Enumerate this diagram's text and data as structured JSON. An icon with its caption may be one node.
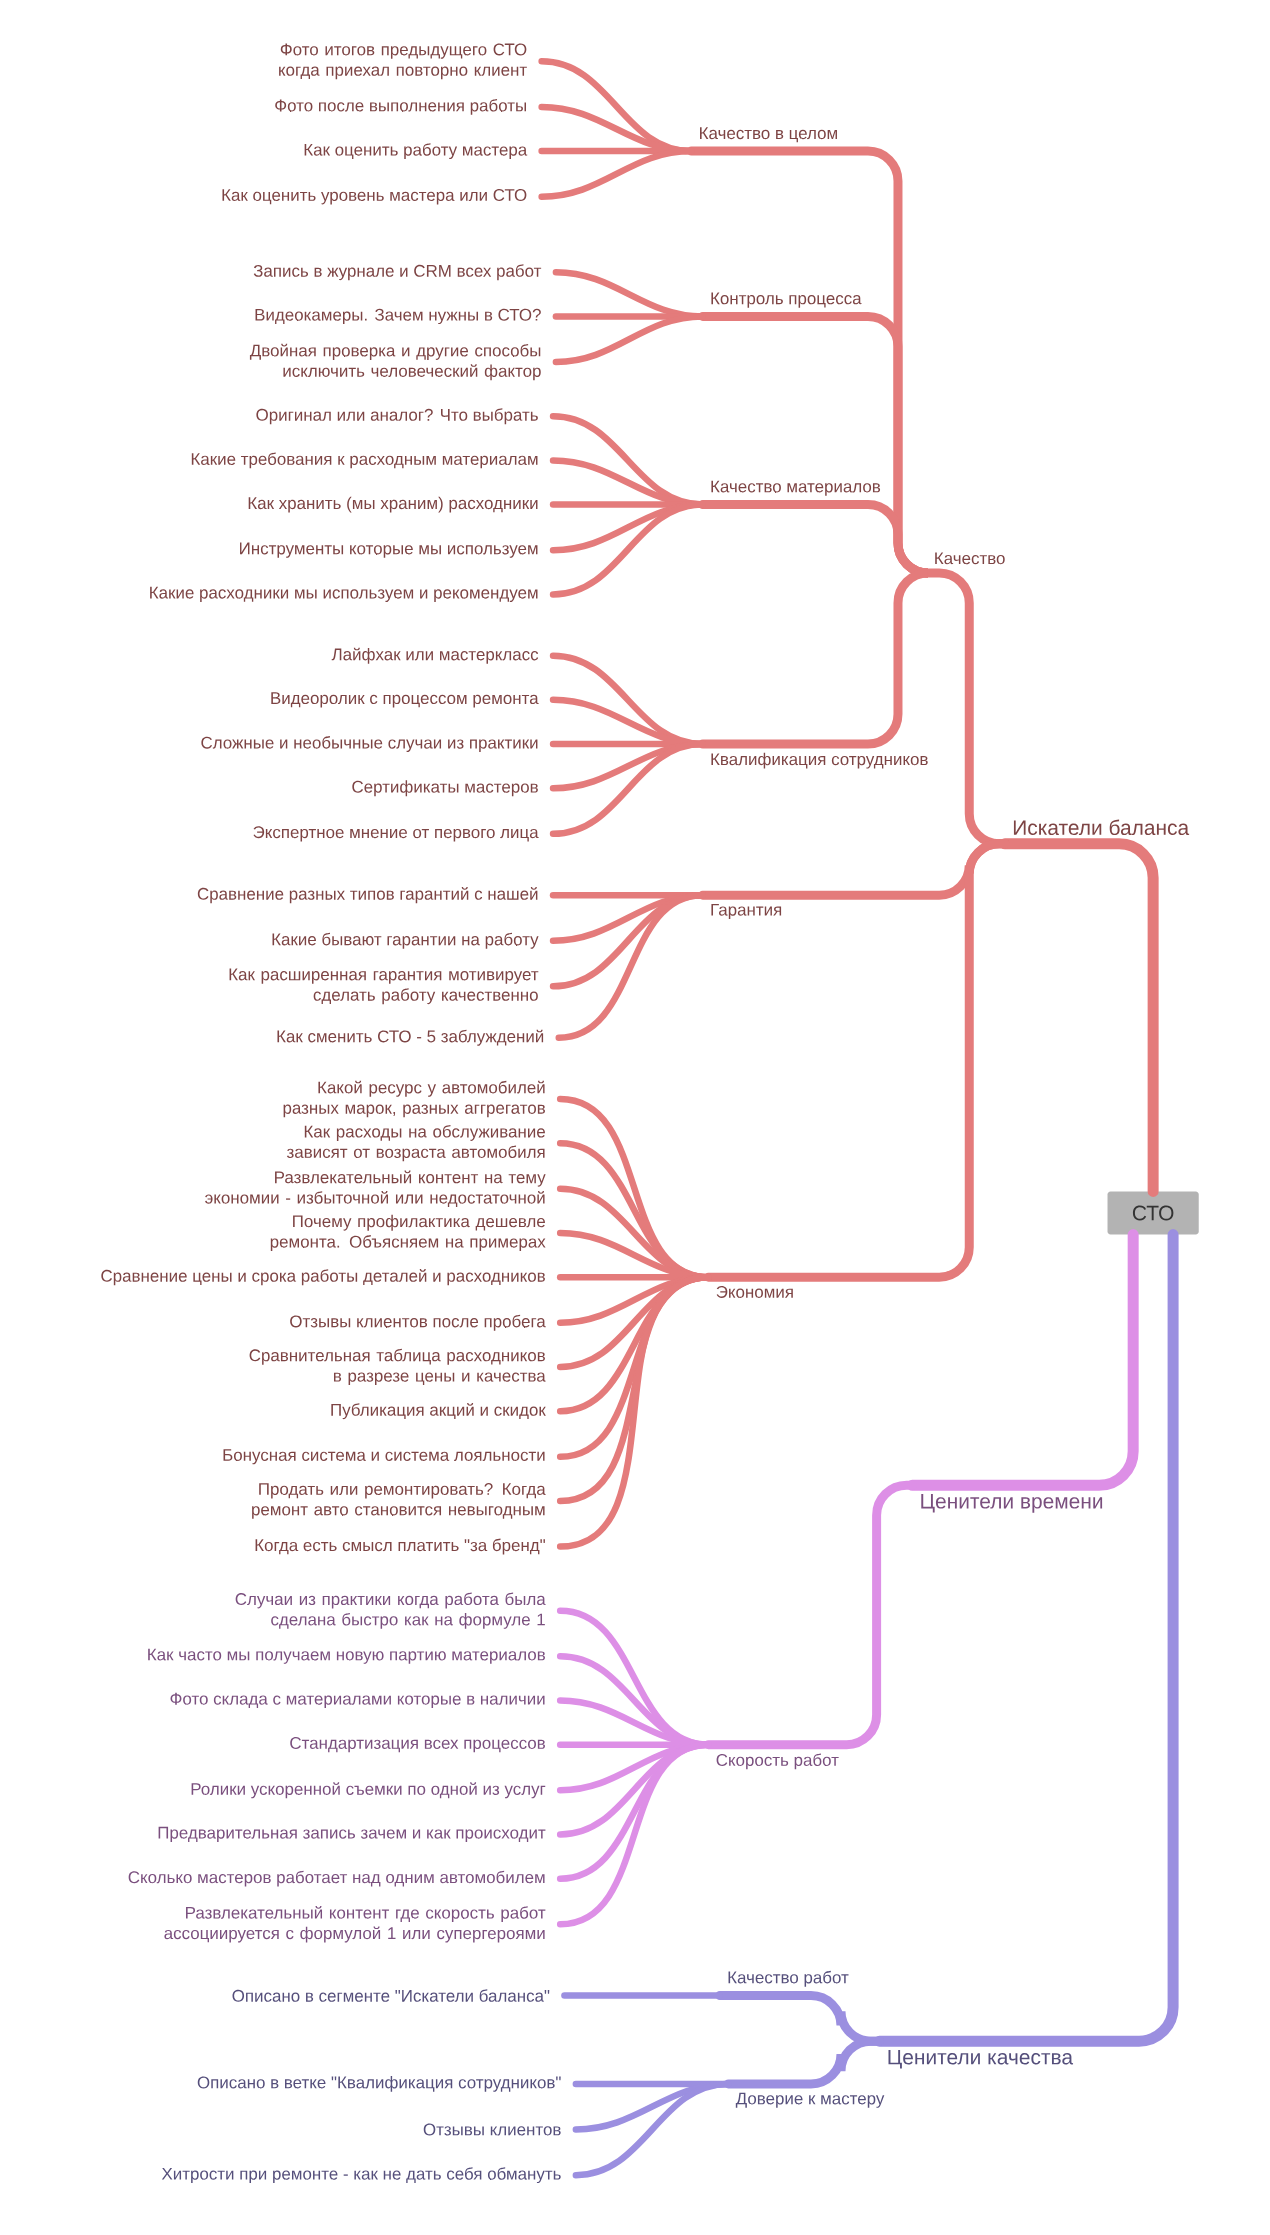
{
  "diagram": {
    "nodes": [
      {
        "text": [
          "СТО"
        ]
      },
      {
        "text": [
          "Искатели баланса"
        ]
      },
      {
        "text": [
          "Качество"
        ]
      },
      {
        "text": [
          "Качество в целом"
        ]
      },
      {
        "text": [
          "Фото итогов предыдущего СТО когда приехал повторно клиент"
        ]
      },
      {
        "text": [
          "Фото после выполнения работы"
        ]
      },
      {
        "text": [
          "Как оценить работу мастера"
        ]
      },
      {
        "text": [
          "Как оценить уровень мастера или СТО"
        ]
      },
      {
        "text": [
          "Контроль процесса"
        ]
      },
      {
        "text": [
          "Запись в журнале и CRM всех работ"
        ]
      },
      {
        "text": [
          "Видеокамеры. Зачем нужны в СТО?"
        ]
      },
      {
        "text": [
          "Двойная проверка и другие способы исключить человеческий фактор"
        ]
      },
      {
        "text": [
          "Качество материалов"
        ]
      },
      {
        "text": [
          "Оригинал или аналог? Что выбрать"
        ]
      },
      {
        "text": [
          "Какие требования к расходным материалам"
        ]
      },
      {
        "text": [
          "Как хранить (мы храним) расходники"
        ]
      },
      {
        "text": [
          "Инструменты которые мы используем"
        ]
      },
      {
        "text": [
          "Какие расходники мы используем и рекомендуем"
        ]
      },
      {
        "text": [
          "Квалификация сотрудников"
        ]
      },
      {
        "text": [
          "Лайфхак или мастеркласс"
        ]
      },
      {
        "text": [
          "Видеоролик с процессом ремонта"
        ]
      },
      {
        "text": [
          "Сложные и необычные случаи из практики"
        ]
      },
      {
        "text": [
          "Сертификаты мастеров"
        ]
      },
      {
        "text": [
          "Экспертное мнение от первого лица"
        ]
      },
      {
        "text": [
          "Гарантия"
        ]
      },
      {
        "text": [
          "Сравнение разных типов гарантий с нашей"
        ]
      },
      {
        "text": [
          "Какие бывают гарантии на работу"
        ]
      },
      {
        "text": [
          "Как расширенная гарантия мотивирует сделать работу качественно"
        ]
      },
      {
        "text": [
          "Как сменить СТО - 5 заблуждений"
        ]
      },
      {
        "text": [
          "Экономия"
        ]
      },
      {
        "text": [
          "Какой ресурс у автомобилей разных марок, разных аггрегатов"
        ]
      },
      {
        "text": [
          "Как расходы на обслуживание зависят от возраста автомобиля"
        ]
      },
      {
        "text": [
          "Развлекательный контент на тему экономии - избыточной или недостаточной"
        ]
      },
      {
        "text": [
          "Почему профилактика дешевле ремонта. Объясняем на примерах"
        ]
      },
      {
        "text": [
          "Сравнение цены и срока работы деталей и расходников"
        ]
      },
      {
        "text": [
          "Отзывы клиентов после пробега"
        ]
      },
      {
        "text": [
          "Сравнительная таблица расходников в разрезе цены и качества"
        ]
      },
      {
        "text": [
          "Публикация акций и скидок"
        ]
      },
      {
        "text": [
          "Бонусная система и система лояльности"
        ]
      },
      {
        "text": [
          "Продать или ремонтировать? Когда ремонт авто становится невыгодным"
        ]
      },
      {
        "text": [
          "Когда есть смысл платить \"за бренд\""
        ]
      },
      {
        "text": [
          "Ценители времени"
        ]
      },
      {
        "text": [
          "Скорость работ"
        ]
      },
      {
        "text": [
          "Случаи из практики когда работа была сделана быстро как на формуле 1"
        ]
      },
      {
        "text": [
          "Как часто мы получаем новую партию материалов"
        ]
      },
      {
        "text": [
          "Фото склада с материалами которые в наличии"
        ]
      },
      {
        "text": [
          "Стандартизация всех процессов"
        ]
      },
      {
        "text": [
          "Ролики ускоренной съемки по одной из услуг"
        ]
      },
      {
        "text": [
          "Предварительная запись зачем и как происходит"
        ]
      },
      {
        "text": [
          "Сколько мастеров работает над одним автомобилем"
        ]
      },
      {
        "text": [
          "Развлекательный контент где скорость работ ассоциируется с формулой 1 или супергероями"
        ]
      },
      {
        "text": [
          "Ценители качества"
        ]
      },
      {
        "text": [
          "Качество работ"
        ]
      },
      {
        "text": [
          "Описано в сегменте \"Искатели баланса\""
        ]
      },
      {
        "text": [
          "Доверие к мастеру"
        ]
      },
      {
        "text": [
          "Описано в ветке \"Квалификация сотрудников\""
        ]
      },
      {
        "text": [
          "Отзывы клиентов"
        ]
      },
      {
        "text": [
          "Хитрости при ремонте - как не дать себя обмануть"
        ]
      }
    ],
    "edges": [
      {
        "from": 0,
        "to": 1,
        "arrow": "none"
      },
      {
        "from": 1,
        "to": 2,
        "arrow": "none"
      },
      {
        "from": 2,
        "to": 3,
        "arrow": "none"
      },
      {
        "from": 3,
        "to": 4,
        "arrow": "none"
      },
      {
        "from": 3,
        "to": 5,
        "arrow": "none"
      },
      {
        "from": 3,
        "to": 6,
        "arrow": "none"
      },
      {
        "from": 3,
        "to": 7,
        "arrow": "none"
      },
      {
        "from": 2,
        "to": 8,
        "arrow": "none"
      },
      {
        "from": 8,
        "to": 9,
        "arrow": "none"
      },
      {
        "from": 8,
        "to": 10,
        "arrow": "none"
      },
      {
        "from": 8,
        "to": 11,
        "arrow": "none"
      },
      {
        "from": 2,
        "to": 12,
        "arrow": "none"
      },
      {
        "from": 12,
        "to": 13,
        "arrow": "none"
      },
      {
        "from": 12,
        "to": 14,
        "arrow": "none"
      },
      {
        "from": 12,
        "to": 15,
        "arrow": "none"
      },
      {
        "from": 12,
        "to": 16,
        "arrow": "none"
      },
      {
        "from": 12,
        "to": 17,
        "arrow": "none"
      },
      {
        "from": 2,
        "to": 18,
        "arrow": "none"
      },
      {
        "from": 18,
        "to": 19,
        "arrow": "none"
      },
      {
        "from": 18,
        "to": 20,
        "arrow": "none"
      },
      {
        "from": 18,
        "to": 21,
        "arrow": "none"
      },
      {
        "from": 18,
        "to": 22,
        "arrow": "none"
      },
      {
        "from": 18,
        "to": 23,
        "arrow": "none"
      },
      {
        "from": 1,
        "to": 24,
        "arrow": "none"
      },
      {
        "from": 24,
        "to": 25,
        "arrow": "none"
      },
      {
        "from": 24,
        "to": 26,
        "arrow": "none"
      },
      {
        "from": 24,
        "to": 27,
        "arrow": "none"
      },
      {
        "from": 24,
        "to": 28,
        "arrow": "none"
      },
      {
        "from": 1,
        "to": 29,
        "arrow": "none"
      },
      {
        "from": 29,
        "to": 30,
        "arrow": "none"
      },
      {
        "from": 29,
        "to": 31,
        "arrow": "none"
      },
      {
        "from": 29,
        "to": 32,
        "arrow": "none"
      },
      {
        "from": 29,
        "to": 33,
        "arrow": "none"
      },
      {
        "from": 29,
        "to": 34,
        "arrow": "none"
      },
      {
        "from": 29,
        "to": 35,
        "arrow": "none"
      },
      {
        "from": 29,
        "to": 36,
        "arrow": "none"
      },
      {
        "from": 29,
        "to": 37,
        "arrow": "none"
      },
      {
        "from": 29,
        "to": 38,
        "arrow": "none"
      },
      {
        "from": 29,
        "to": 39,
        "arrow": "none"
      },
      {
        "from": 29,
        "to": 40,
        "arrow": "none"
      },
      {
        "from": 0,
        "to": 41,
        "arrow": "none",
        "color": "#dd8fe6"
      },
      {
        "from": 41,
        "to": 42,
        "arrow": "none",
        "color": "#dd8fe6"
      },
      {
        "from": 42,
        "to": 43,
        "arrow": "none",
        "color": "#dd8fe6"
      },
      {
        "from": 42,
        "to": 44,
        "arrow": "none",
        "color": "#dd8fe6"
      },
      {
        "from": 42,
        "to": 45,
        "arrow": "none",
        "color": "#dd8fe6"
      },
      {
        "from": 42,
        "to": 46,
        "arrow": "none",
        "color": "#dd8fe6"
      },
      {
        "from": 42,
        "to": 47,
        "arrow": "none",
        "color": "#dd8fe6"
      },
      {
        "from": 42,
        "to": 48,
        "arrow": "none",
        "color": "#dd8fe6"
      },
      {
        "from": 42,
        "to": 49,
        "arrow": "none",
        "color": "#dd8fe6"
      },
      {
        "from": 42,
        "to": 50,
        "arrow": "none",
        "color": "#dd8fe6"
      },
      {
        "from": 0,
        "to": 51,
        "arrow": "none",
        "color": "#9b8fe0"
      },
      {
        "from": 51,
        "to": 52,
        "arrow": "none",
        "color": "#9b8fe0"
      },
      {
        "from": 52,
        "to": 53,
        "arrow": "none",
        "color": "#9b8fe0"
      },
      {
        "from": 51,
        "to": 54,
        "arrow": "none",
        "color": "#9b8fe0"
      },
      {
        "from": 54,
        "to": 55,
        "arrow": "none",
        "color": "#9b8fe0"
      },
      {
        "from": 54,
        "to": 56,
        "arrow": "none",
        "color": "#9b8fe0"
      },
      {
        "from": 54,
        "to": 57,
        "arrow": "none",
        "color": "#9b8fe0"
      }
    ]
  }
}
